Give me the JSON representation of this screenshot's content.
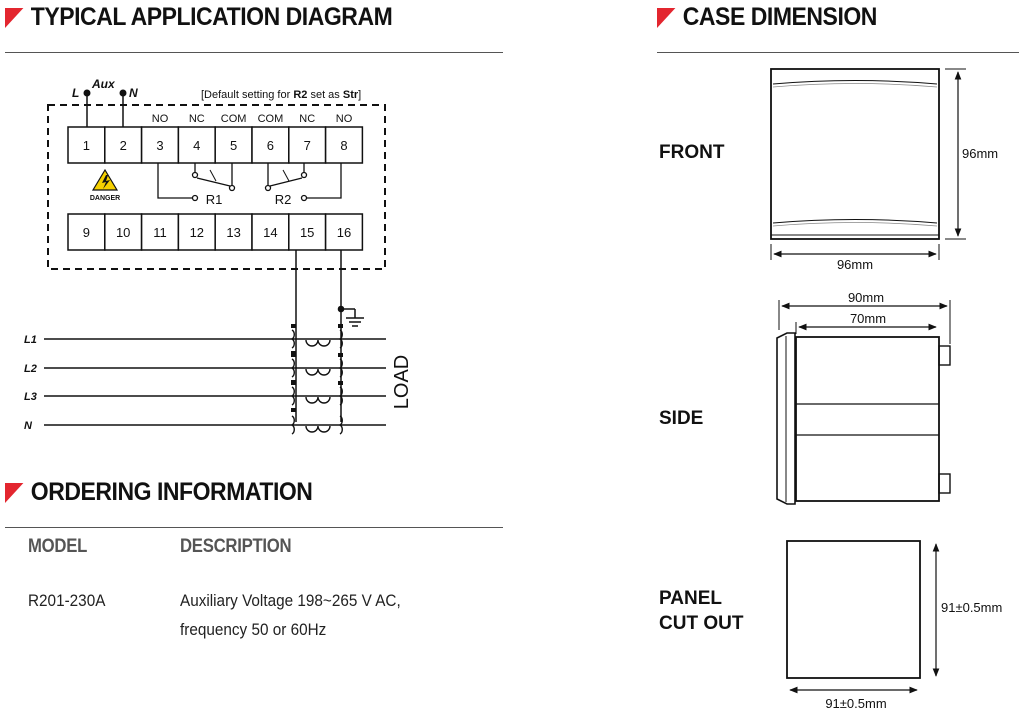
{
  "sections": {
    "application_title": "TYPICAL APPLICATION DIAGRAM",
    "ordering_title": "ORDERING INFORMATION",
    "case_title": "CASE DIMENSION"
  },
  "colors": {
    "accent": "#e3262f",
    "text": "#111111",
    "muted": "#555555",
    "danger_yellow": "#f5d000"
  },
  "wiring": {
    "labels": {
      "l": "L",
      "aux": "Aux",
      "n": "N"
    },
    "note_prefix": "[Default setting for ",
    "note_r2": "R2",
    "note_mid": " set as ",
    "note_str": "Str",
    "note_suffix": "]",
    "contact_labels": [
      "NO",
      "NC",
      "COM",
      "COM",
      "NC",
      "NO"
    ],
    "terminals_top": [
      "1",
      "2",
      "3",
      "4",
      "5",
      "6",
      "7",
      "8"
    ],
    "terminals_bottom": [
      "9",
      "10",
      "11",
      "12",
      "13",
      "14",
      "15",
      "16"
    ],
    "danger_label": "DANGER",
    "relay1": "R1",
    "relay2": "R2",
    "lines": [
      "L1",
      "L2",
      "L3",
      "N"
    ],
    "load": "LOAD"
  },
  "ordering": {
    "headers": {
      "model": "MODEL",
      "description": "DESCRIPTION"
    },
    "rows": [
      {
        "model": "R201-230A",
        "description_line1": "Auxiliary Voltage 198~265 V AC,",
        "description_line2": "frequency 50 or 60Hz"
      }
    ]
  },
  "case": {
    "front": {
      "label": "FRONT",
      "height": "96mm",
      "width": "96mm"
    },
    "side": {
      "label": "SIDE",
      "depth_total": "90mm",
      "depth_body": "70mm"
    },
    "cutout": {
      "label_line1": "PANEL",
      "label_line2": "CUT OUT",
      "height": "91±0.5mm",
      "width": "91±0.5mm"
    }
  }
}
